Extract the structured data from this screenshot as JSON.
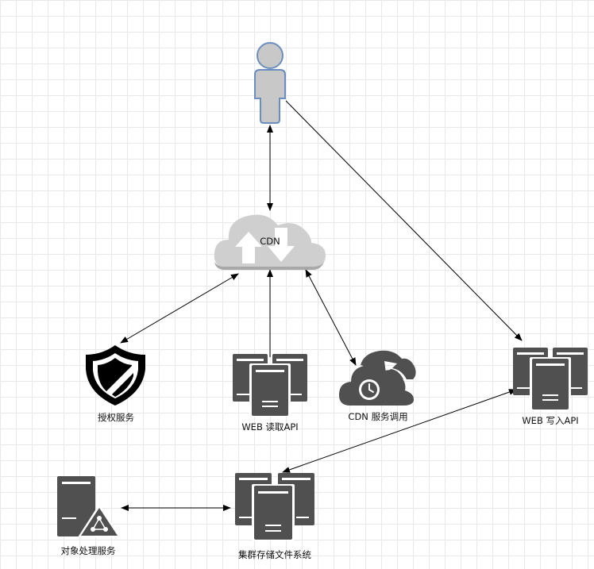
{
  "nodes": {
    "user": {
      "label": ""
    },
    "cdn": {
      "label": "CDN"
    },
    "auth": {
      "label": "授权服务"
    },
    "web_read": {
      "label": "WEB  读取API"
    },
    "cdn_service": {
      "label": "CDN 服务调用"
    },
    "web_write": {
      "label": "WEB 写入API"
    },
    "object_processing": {
      "label": "对象处理服务"
    },
    "cluster_storage": {
      "label": "集群存储文件系统"
    }
  },
  "edges": [
    {
      "from": "user",
      "to": "cdn",
      "direction": "both"
    },
    {
      "from": "user",
      "to": "web_write",
      "direction": "forward"
    },
    {
      "from": "cdn",
      "to": "auth",
      "direction": "both"
    },
    {
      "from": "web_read",
      "to": "cdn",
      "direction": "forward"
    },
    {
      "from": "cdn",
      "to": "cdn_service",
      "direction": "both"
    },
    {
      "from": "web_write",
      "to": "cluster_storage",
      "direction": "both"
    },
    {
      "from": "object_processing",
      "to": "cluster_storage",
      "direction": "both"
    }
  ],
  "colors": {
    "server": "#505050",
    "cloud": "#d3d3d3",
    "user_fill": "#c8c8c8",
    "user_stroke": "#6c8ebf",
    "line": "#000000"
  }
}
